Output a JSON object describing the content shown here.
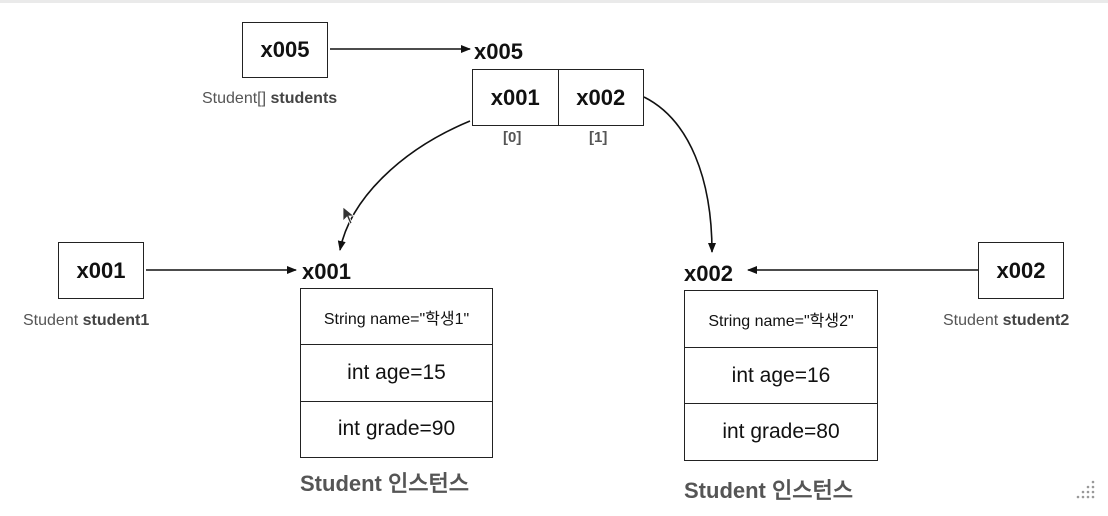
{
  "array_ref": {
    "value": "x005",
    "caption_type": "Student[]",
    "caption_name": "students"
  },
  "array_obj": {
    "address": "x005",
    "cells": [
      "x001",
      "x002"
    ],
    "indices": [
      "[0]",
      "[1]"
    ]
  },
  "ref1": {
    "value": "x001",
    "caption_type": "Student",
    "caption_name": "student1"
  },
  "ref2": {
    "value": "x002",
    "caption_type": "Student",
    "caption_name": "student2"
  },
  "instance1": {
    "address": "x001",
    "fields": [
      "String name=\"학생1\"",
      "int age=15",
      "int grade=90"
    ],
    "caption": "Student 인스턴스"
  },
  "instance2": {
    "address": "x002",
    "fields": [
      "String name=\"학생2\"",
      "int age=16",
      "int grade=80"
    ],
    "caption": "Student 인스턴스"
  }
}
